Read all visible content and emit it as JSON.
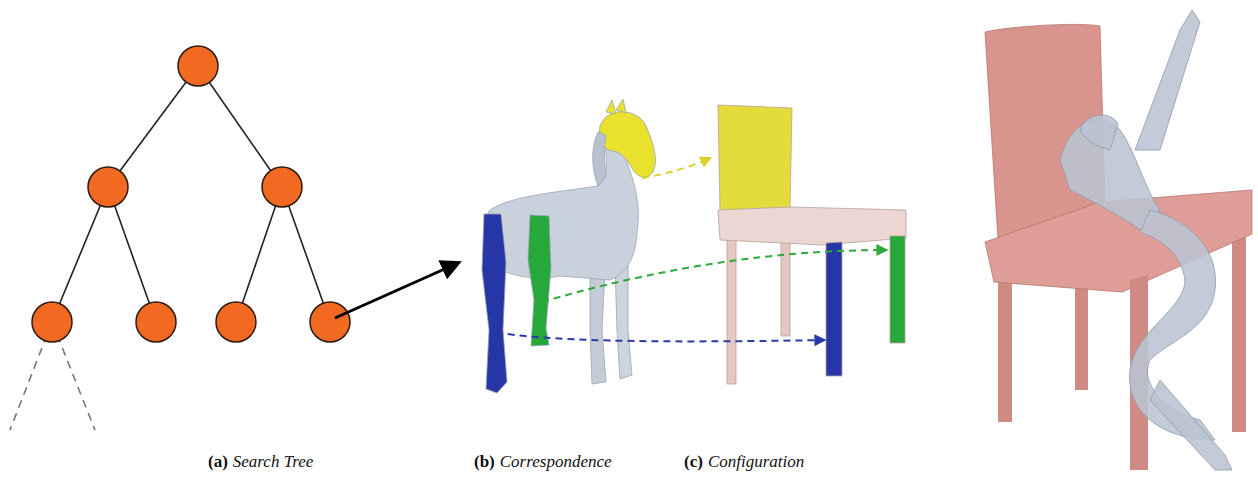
{
  "diagram": {
    "labels": [
      "(a)",
      "Search Tree",
      "(b)",
      "Correspondence",
      "(c)",
      "Configuration"
    ]
  }
}
